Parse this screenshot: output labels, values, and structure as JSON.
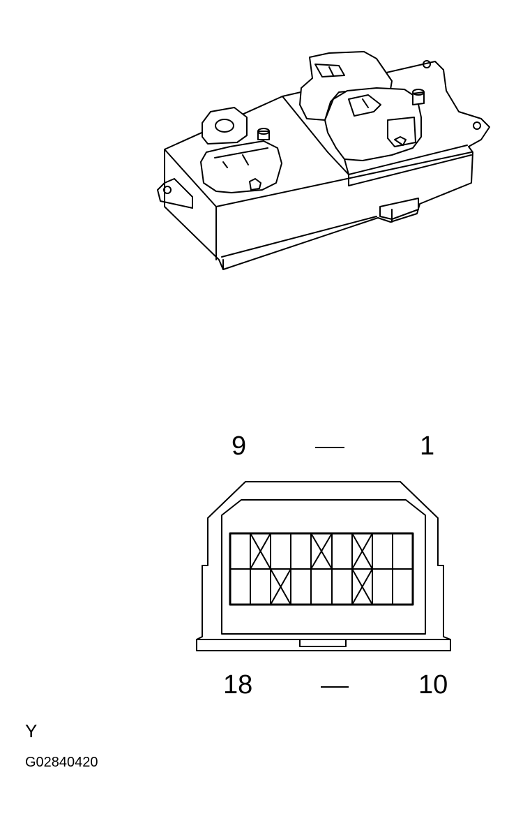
{
  "connector": {
    "top_left_pin": "9",
    "top_right_pin": "1",
    "bottom_left_pin": "18",
    "bottom_right_pin": "10",
    "top_separator": "—",
    "bottom_separator": "—"
  },
  "caption": {
    "connector_code": "Y",
    "figure_id": "G02840420"
  }
}
